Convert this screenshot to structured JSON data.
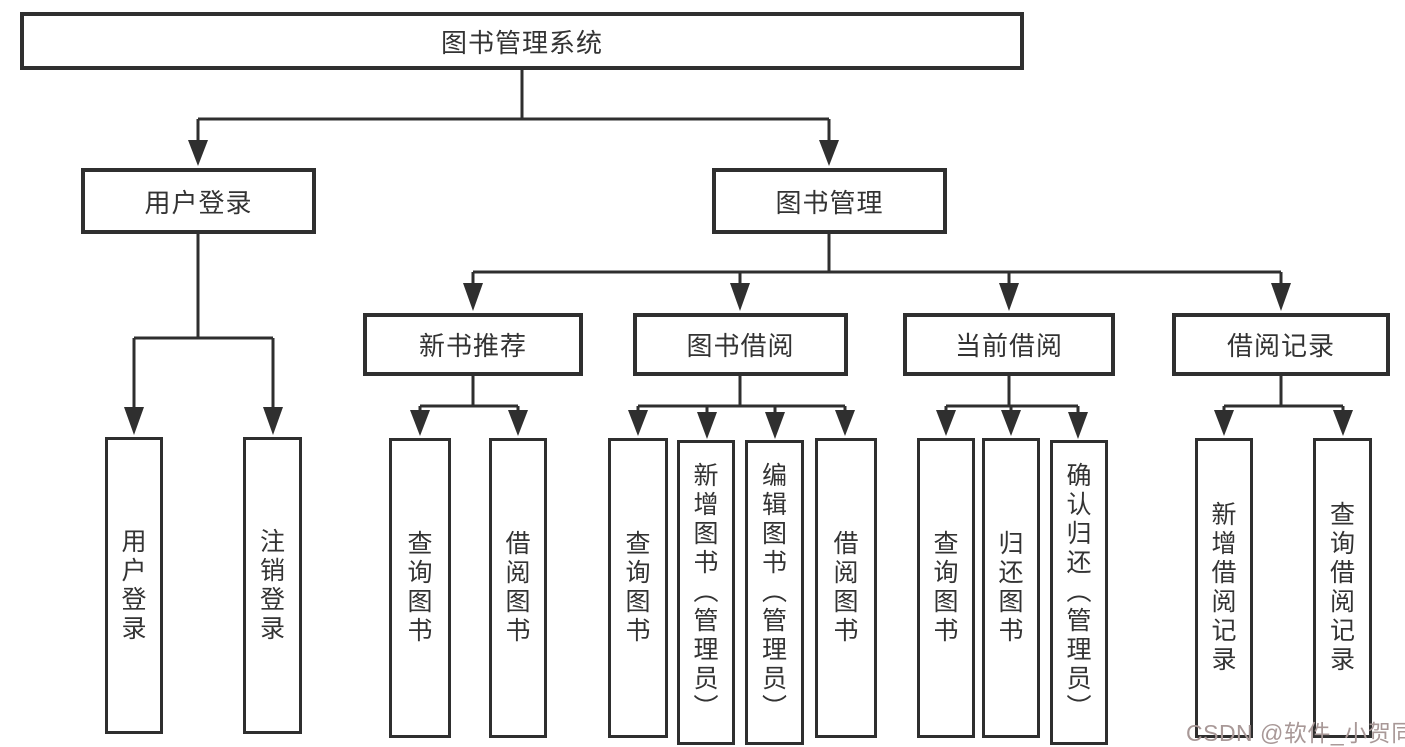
{
  "diagram": {
    "root": {
      "label": "图书管理系统",
      "children": [
        {
          "label": "用户登录",
          "children": [
            {
              "label": "用户登录"
            },
            {
              "label": "注销登录"
            }
          ]
        },
        {
          "label": "图书管理",
          "children": [
            {
              "label": "新书推荐",
              "children": [
                {
                  "label": "查询图书"
                },
                {
                  "label": "借阅图书"
                }
              ]
            },
            {
              "label": "图书借阅",
              "children": [
                {
                  "label": "查询图书"
                },
                {
                  "label": "新增图书（管理员）"
                },
                {
                  "label": "编辑图书（管理员）"
                },
                {
                  "label": "借阅图书"
                }
              ]
            },
            {
              "label": "当前借阅",
              "children": [
                {
                  "label": "查询图书"
                },
                {
                  "label": "归还图书"
                },
                {
                  "label": "确认归还（管理员）"
                }
              ]
            },
            {
              "label": "借阅记录",
              "children": [
                {
                  "label": "新增借阅记录"
                },
                {
                  "label": "查询借阅记录"
                }
              ]
            }
          ]
        }
      ]
    }
  },
  "watermark": {
    "text": "CSDN @软件_小贺同学",
    "color": "#a89897"
  },
  "colors": {
    "line": "#2f2f2f",
    "label_text": "#333333",
    "background": "#ffffff"
  }
}
